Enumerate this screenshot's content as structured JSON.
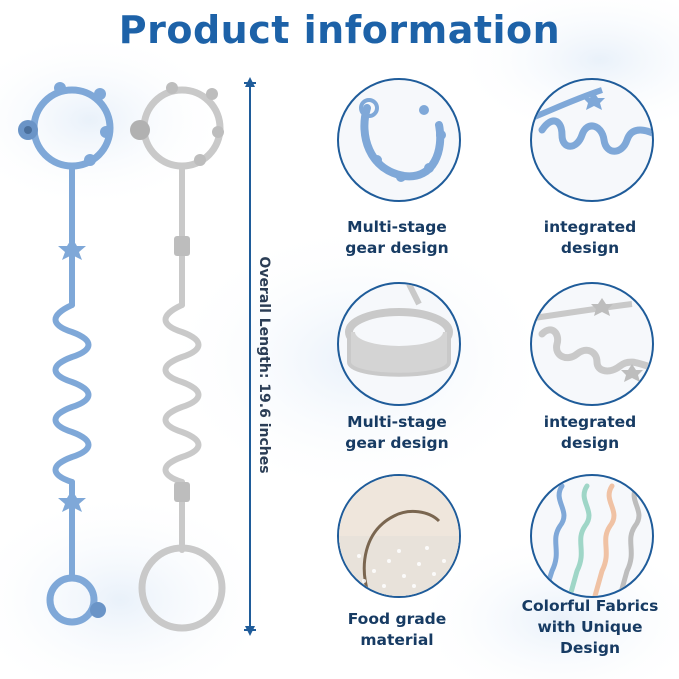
{
  "title": "Product information",
  "dimension": "Overall Length: 19.6 inches",
  "features": [
    {
      "line1": "Multi-stage",
      "line2": "gear design",
      "icon": "gear-ring-closeup-icon"
    },
    {
      "line1": "integrated",
      "line2": "design",
      "icon": "wavy-strap-closeup-icon"
    },
    {
      "line1": "Multi-stage",
      "line2": "gear design",
      "icon": "gray-ring-closeup-icon"
    },
    {
      "line1": "integrated",
      "line2": "design",
      "icon": "gray-wave-closeup-icon"
    },
    {
      "line1": "Food grade",
      "line2": "material",
      "icon": "silicone-material-icon"
    },
    {
      "line1": "Colorful Fabrics",
      "line2": "with Unique",
      "line3": "Design",
      "icon": "colorful-straps-icon"
    }
  ],
  "colors": {
    "title": "#1d62a8",
    "blue_strap": "#7fa8d8",
    "gray_strap": "#c9c9c9",
    "arrow": "#1f5c9a",
    "text": "#173b63"
  }
}
